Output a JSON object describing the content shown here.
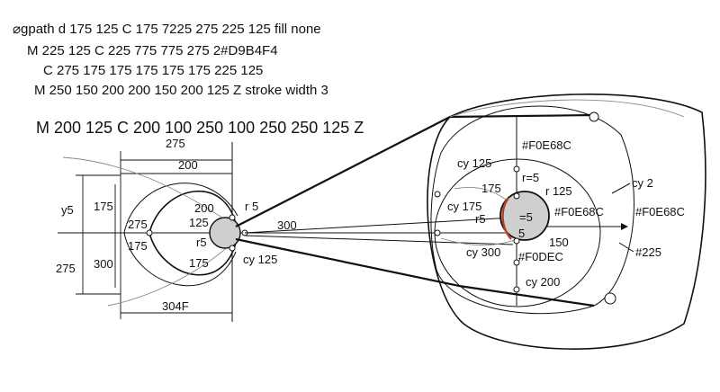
{
  "header": {
    "line1": "⌀gpath d 175 125 C 175 7225 275 225 125 fill none",
    "line2": "M 225 125 C 225 775 775 275 2#D9B4F4",
    "line3": "C 275 175 175 175 175 175 225 125",
    "line4": "M 250 150 200 200 150 200 125 Z stroke width 3",
    "line5": "M 200 125 C 200 100  250  100 250 250  125 Z"
  },
  "left_diagram": {
    "dim_top": "275",
    "dim_200": "200",
    "y5": "y5",
    "v175": "175",
    "v275_left": "275",
    "v300": "300",
    "inner_200": "200",
    "inner_275": "275",
    "inner_125": "125",
    "inner_175": "175",
    "r5": "r5",
    "low_175": "175",
    "r5_right": "r 5",
    "arm_300": "300",
    "cy125": "cy 125",
    "dim_bottom": "304F"
  },
  "right_diagram": {
    "color_top": "#F0E68C",
    "cy125": "cy 125",
    "r_eq_5": "r=5",
    "v175": "175",
    "r125": "r 125",
    "cy2": "cy 2",
    "cy175": "cy 175",
    "r5": "r5",
    "eq5": "=5",
    "color_mid": "#F0E68C",
    "color_right": "#F0E68C",
    "v5": "5",
    "v150": "150",
    "cy300": "cy 300",
    "color_low": "#F0DEC",
    "hash225": "#225",
    "cy200": "cy 200"
  },
  "colors": {
    "fill_circle": "#cfcfcf",
    "accent_red": "#b5402a",
    "ink": "#111111"
  }
}
